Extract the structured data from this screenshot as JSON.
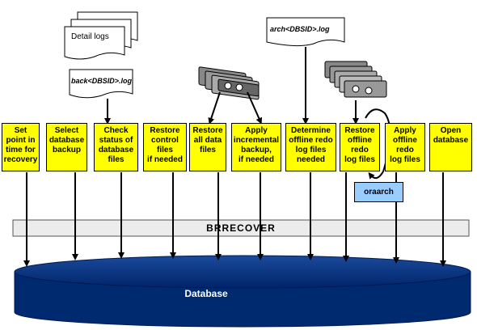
{
  "documents": {
    "detail_logs": "Detail logs",
    "back_log": "back<DBSID>.log",
    "arch_log": "arch<DBSID>.log"
  },
  "steps": [
    {
      "label": "Set\npoint in\ntime for\nrecovery"
    },
    {
      "label": "Select\ndatabase\nbackup"
    },
    {
      "label": "Check\nstatus of\ndatabase\nfiles"
    },
    {
      "label": "Restore\ncontrol\nfiles\nif needed"
    },
    {
      "label": "Restore\nall data\nfiles"
    },
    {
      "label": "Apply\nincremental\nbackup,\nif needed"
    },
    {
      "label": "Determine\noffline redo\nlog files\nneeded"
    },
    {
      "label": "Restore\noffline\nredo\nlog files"
    },
    {
      "label": "Apply\noffline\nredo\nlog files"
    },
    {
      "label": "Open\ndatabase"
    }
  ],
  "oraarch": "oraarch",
  "brrecover": "BRRECOVER",
  "database": "Database",
  "colors": {
    "step_fill": "#ffff00",
    "bar_fill": "#ececec",
    "db_fill": "#003380",
    "oraarch_fill": "#99ccff",
    "tape_fill": "#a0a0a0"
  },
  "icons": [
    "document-stack-icon",
    "document-icon",
    "tape-drive-icon"
  ]
}
